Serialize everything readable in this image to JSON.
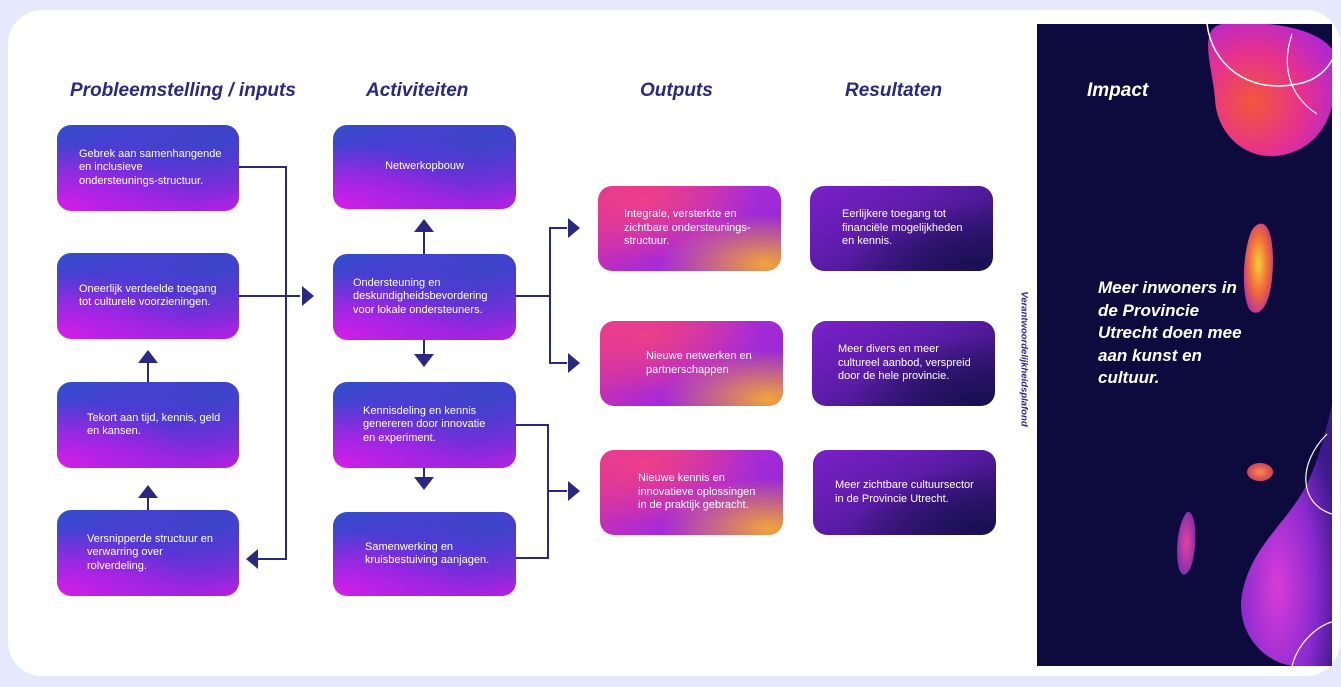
{
  "headings": {
    "problems": "Probleemstelling / inputs",
    "activities": "Activiteiten",
    "outputs": "Outputs",
    "results": "Resultaten",
    "impact": "Impact"
  },
  "problems": [
    "Gebrek aan samenhangende en inclusieve ondersteunings-structuur.",
    "Oneerlijk verdeelde toegang tot culturele voorzieningen.",
    "Tekort aan tijd, kennis, geld en kansen.",
    "Versnipperde structuur en verwarring over rolverdeling."
  ],
  "activities": [
    "Netwerkopbouw",
    "Ondersteuning en deskundigheidsbevordering voor lokale ondersteuners.",
    "Kennisdeling en kennis genereren door innovatie en experiment.",
    "Samenwerking en kruisbestuiving aanjagen."
  ],
  "outputs": [
    "Integrale, versterkte en zichtbare ondersteunings-structuur.",
    "Nieuwe netwerken en partnerschappen",
    "Nieuwe kennis en innovatieve oplossingen in de praktijk gebracht."
  ],
  "results": [
    "Eerlijkere toegang tot financiële mogelijkheden en kennis.",
    "Meer divers en meer cultureel aanbod, verspreid door de hele provincie.",
    "Meer zichtbare cultuursector in de Provincie Utrecht."
  ],
  "ceiling_label": "Verantwoordelijkheidsplafond",
  "impact_statement": "Meer inwoners in de Provincie Utrecht doen mee aan kunst en cultuur.",
  "colors": {
    "navy": "#2b2880",
    "impact_bg": "#0d0b3e",
    "page_bg": "#e6e8fb"
  }
}
